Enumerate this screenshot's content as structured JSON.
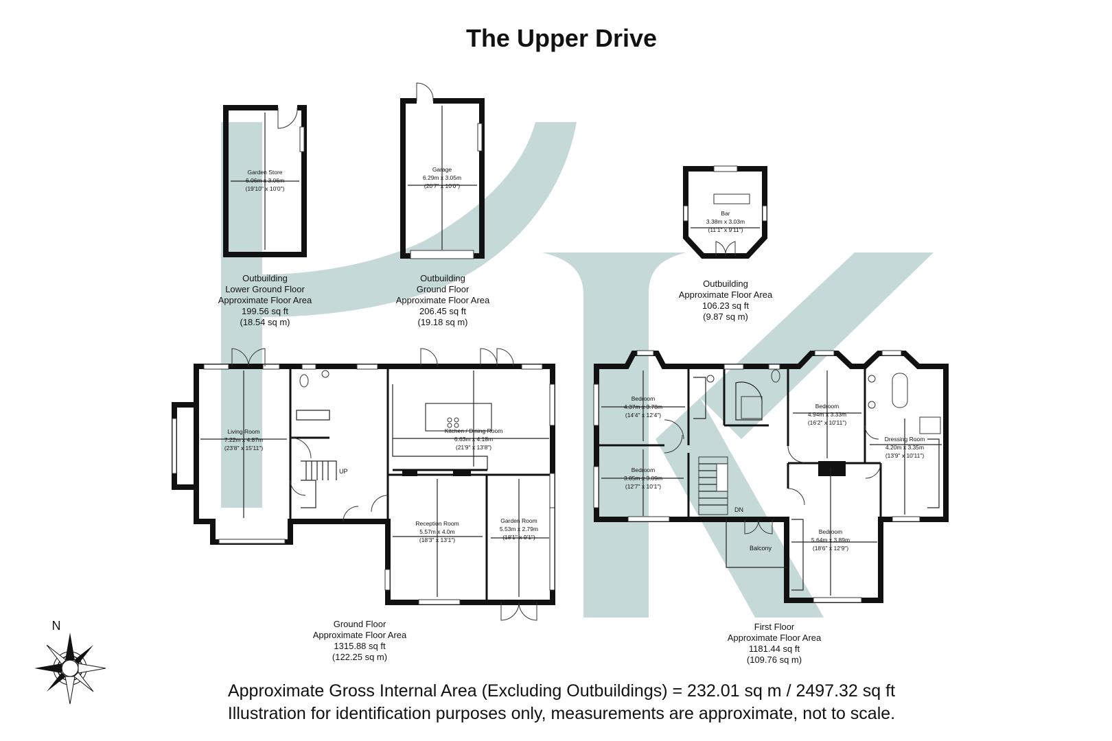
{
  "title": "The Upper Drive",
  "plans": {
    "garden_store_outbuilding": {
      "caption": [
        "Outbuilding",
        "Lower Ground Floor",
        "Approximate Floor Area",
        "199.56 sq ft",
        "(18.54 sq m)"
      ],
      "rooms": [
        {
          "name": "Garden Store",
          "metric": "6.06m x 3.06m",
          "imperial": "(19'10\" x 10'0\")"
        }
      ]
    },
    "garage_outbuilding": {
      "caption": [
        "Outbuilding",
        "Ground Floor",
        "Approximate Floor Area",
        "206.45 sq ft",
        "(19.18 sq m)"
      ],
      "rooms": [
        {
          "name": "Garage",
          "metric": "6.29m x 3.05m",
          "imperial": "(20'7\" x 10'0\")"
        }
      ]
    },
    "bar_outbuilding": {
      "caption": [
        "Outbuilding",
        "Approximate Floor Area",
        "106.23 sq ft",
        "(9.87 sq m)"
      ],
      "rooms": [
        {
          "name": "Bar",
          "metric": "3.38m x 3.03m",
          "imperial": "(11'1\" x 9'11\")"
        }
      ]
    },
    "ground_floor": {
      "caption": [
        "Ground Floor",
        "Approximate Floor Area",
        "1315.88 sq ft",
        "(122.25 sq m)"
      ],
      "rooms": [
        {
          "name": "Living Room",
          "metric": "7.22m x 4.87m",
          "imperial": "(23'8\" x 15'11\")"
        },
        {
          "name": "Kitchen / Dining Room",
          "metric": "6.63m x 4.18m",
          "imperial": "(21'9\" x 13'8\")"
        },
        {
          "name": "Reception Room",
          "metric": "5.57m x 4.0m",
          "imperial": "(18'3\" x 13'1\")"
        },
        {
          "name": "Garden Room",
          "metric": "5.53m x 2.79m",
          "imperial": "(18'1\" x 9'1\")"
        }
      ],
      "labels": {
        "up": "UP"
      }
    },
    "first_floor": {
      "caption": [
        "First Floor",
        "Approximate Floor Area",
        "1181.44 sq ft",
        "(109.76 sq m)"
      ],
      "rooms": [
        {
          "name": "Bedroom",
          "metric": "4.37m x 3.78m",
          "imperial": "(14'4\" x 12'4\")"
        },
        {
          "name": "Bedroom",
          "metric": "3.85m x 3.09m",
          "imperial": "(12'7\" x 10'1\")"
        },
        {
          "name": "Bedroom",
          "metric": "4.94m x 3.33m",
          "imperial": "(16'2\" x 10'11\")"
        },
        {
          "name": "Dressing Room",
          "metric": "4.20m x 3.35m",
          "imperial": "(13'9\" x 10'11\")"
        },
        {
          "name": "Bedroom",
          "metric": "5.64m x 3.89m",
          "imperial": "(18'6\" x 12'9\")"
        }
      ],
      "labels": {
        "dn": "DN",
        "balcony": "Balcony"
      }
    }
  },
  "compass": {
    "label": "N",
    "icon": "compass-rose-icon"
  },
  "footer": {
    "line1": "Approximate Gross Internal Area (Excluding Outbuildings) = 232.01 sq m / 2497.32 sq ft",
    "line2": "Illustration for identification purposes only, measurements are approximate, not to scale."
  },
  "colors": {
    "watermark": "#b8cfcf",
    "wall": "#111111"
  }
}
